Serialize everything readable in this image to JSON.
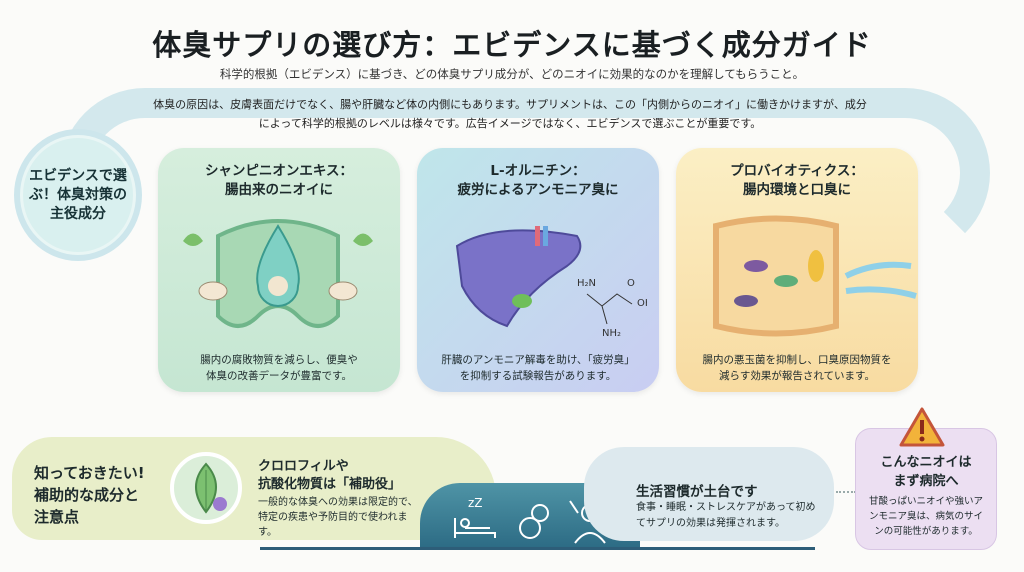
{
  "title": "体臭サプリの選び方：エビデンスに基づく成分ガイド",
  "subtitle": "科学的根拠（エビデンス）に基づき、どの体臭サプリ成分が、どのニオイに効果的なのかを理解してもらうこと。",
  "intro": "体臭の原因は、皮膚表面だけでなく、腸や肝臓など体の内側にもあります。サプリメントは、この「内側からのニオイ」に働きかけますが、成分によって科学的根拠のレベルは様々です。広告イメージではなく、エビデンスで選ぶことが重要です。",
  "badge": "エビデンスで選ぶ！体臭対策の主役成分",
  "cards": [
    {
      "title1": "シャンピニオンエキス：",
      "title2": "腸由来のニオイに",
      "desc1": "腸内の腐敗物質を減らし、便臭や",
      "desc2": "体臭の改善データが豊富です。"
    },
    {
      "title1": "L-オルニチン：",
      "title2": "疲労によるアンモニア臭に",
      "desc1": "肝臓のアンモニア解毒を助け、「疲労臭」",
      "desc2": "を抑制する試験報告があります。",
      "chem_nh2": "NH₂",
      "chem_h2n": "H₂N",
      "chem_oh": "OH",
      "chem_o": "O"
    },
    {
      "title1": "プロバイオティクス：",
      "title2": "腸内環境と口臭に",
      "desc1": "腸内の悪玉菌を抑制し、口臭原因物質を",
      "desc2": "減らす効果が報告されています。"
    }
  ],
  "bottom_left": {
    "title1": "知っておきたい!",
    "title2": "補助的な成分と",
    "title3": "注意点",
    "head1": "クロロフィルや",
    "head2": "抗酸化物質は「補助役」",
    "desc": "一般的な体臭への効果は限定的で、特定の疾患や予防目的で使われます。"
  },
  "bottom_right": {
    "title": "生活習慣が土台です",
    "desc": "食事・睡眠・ストレスケアがあって初めてサプリの効果は発揮されます。"
  },
  "warning": {
    "title1": "こんなニオイは",
    "title2": "まず病院へ",
    "desc": "甘酸っぱいニオイや強いアンモニア臭は、病気のサインの可能性があります。"
  }
}
